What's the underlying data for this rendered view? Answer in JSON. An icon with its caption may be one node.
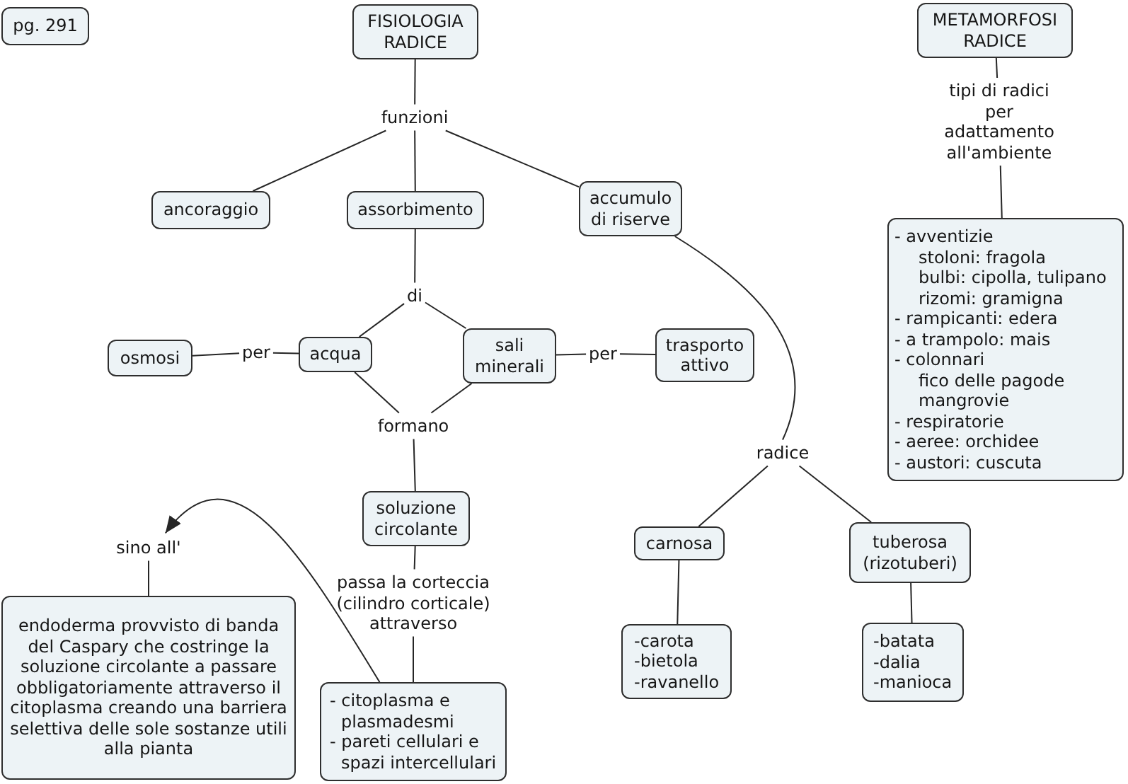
{
  "diagram": {
    "nodes": [
      {
        "text": [
          "pg. 291"
        ]
      },
      {
        "text": [
          "FISIOLOGIA RADICE"
        ]
      },
      {
        "text": [
          "METAMORFOSI RADICE"
        ]
      },
      {
        "text": [
          "funzioni"
        ]
      },
      {
        "text": [
          "tipi di radici per adattamento all'ambiente"
        ]
      },
      {
        "text": [
          "ancoraggio"
        ]
      },
      {
        "text": [
          "assorbimento"
        ]
      },
      {
        "text": [
          "accumulo di riserve"
        ]
      },
      {
        "text": [
          "- avventizie",
          "stoloni: fragola",
          "bulbi: cipolla, tulipano",
          "rizomi: gramigna",
          "- rampicanti: edera",
          "- a trampolo: mais",
          "- colonnari",
          "fico delle pagode",
          "mangrovie",
          "- respiratorie",
          "- aeree: orchidee",
          "- austori: cuscuta"
        ]
      },
      {
        "text": [
          "di"
        ]
      },
      {
        "text": [
          "osmosi"
        ]
      },
      {
        "text": [
          "per"
        ]
      },
      {
        "text": [
          "acqua"
        ]
      },
      {
        "text": [
          "sali minerali"
        ]
      },
      {
        "text": [
          "per"
        ]
      },
      {
        "text": [
          "trasporto attivo"
        ]
      },
      {
        "text": [
          "formano"
        ]
      },
      {
        "text": [
          "radice"
        ]
      },
      {
        "text": [
          "soluzione circolante"
        ]
      },
      {
        "text": [
          "sino all'"
        ]
      },
      {
        "text": [
          "passa la corteccia (cilindro corticale) attraverso"
        ]
      },
      {
        "text": [
          "carnosa"
        ]
      },
      {
        "text": [
          "tuberosa (rizotuberi)"
        ]
      },
      {
        "text": [
          "endoderma provvisto di banda del Caspary che costringe la soluzione circolante a passare obbligatoriamente attraverso il citoplasma creando una barriera selettiva delle sole sostanze utili alla pianta"
        ]
      },
      {
        "text": [
          "- citoplasma e plasmadesmi",
          "- pareti cellulari e spazi intercellulari"
        ]
      },
      {
        "text": [
          "-carota",
          "-bietola",
          "-ravanello"
        ]
      },
      {
        "text": [
          "-batata",
          "-dalia",
          "-manioca"
        ]
      }
    ],
    "edges": [
      {
        "from": 1,
        "to": 3,
        "arrow": "none"
      },
      {
        "from": 3,
        "to": 5,
        "arrow": "none"
      },
      {
        "from": 3,
        "to": 6,
        "arrow": "none"
      },
      {
        "from": 3,
        "to": 7,
        "arrow": "none"
      },
      {
        "from": 2,
        "to": 4,
        "arrow": "none"
      },
      {
        "from": 4,
        "to": 8,
        "arrow": "none"
      },
      {
        "from": 6,
        "to": 9,
        "arrow": "none"
      },
      {
        "from": 9,
        "to": 12,
        "arrow": "none"
      },
      {
        "from": 9,
        "to": 13,
        "arrow": "none"
      },
      {
        "from": 12,
        "to": 11,
        "arrow": "none"
      },
      {
        "from": 11,
        "to": 10,
        "arrow": "none"
      },
      {
        "from": 13,
        "to": 14,
        "arrow": "none"
      },
      {
        "from": 14,
        "to": 15,
        "arrow": "none"
      },
      {
        "from": 12,
        "to": 16,
        "arrow": "none"
      },
      {
        "from": 13,
        "to": 16,
        "arrow": "none"
      },
      {
        "from": 16,
        "to": 18,
        "arrow": "none"
      },
      {
        "from": 7,
        "to": 17,
        "arrow": "none"
      },
      {
        "from": 17,
        "to": 21,
        "arrow": "none"
      },
      {
        "from": 17,
        "to": 22,
        "arrow": "none"
      },
      {
        "from": 18,
        "to": 20,
        "arrow": "none"
      },
      {
        "from": 20,
        "to": 24,
        "arrow": "none"
      },
      {
        "from": 24,
        "to": 19,
        "arrow": "to"
      },
      {
        "from": 19,
        "to": 23,
        "arrow": "none"
      },
      {
        "from": 21,
        "to": 25,
        "arrow": "none"
      },
      {
        "from": 22,
        "to": 26,
        "arrow": "none"
      }
    ]
  }
}
